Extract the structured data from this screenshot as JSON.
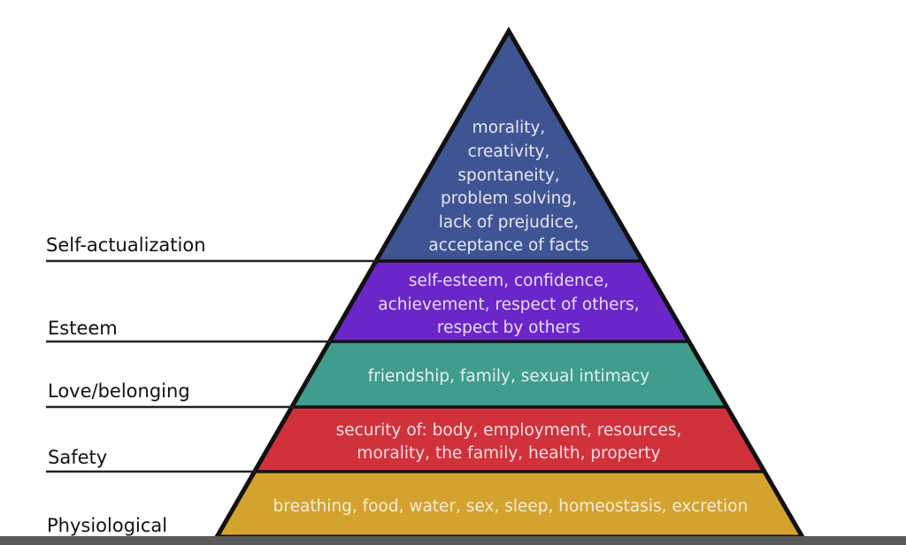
{
  "title": "Maslow's hierarchy of needs",
  "levels": [
    {
      "name": "Self-actualization",
      "color": "#3f5493",
      "text_color": "#e6e8f2",
      "lines": [
        "morality,",
        "creativity,",
        "spontaneity,",
        "problem solving,",
        "lack of prejudice,",
        "acceptance of facts"
      ]
    },
    {
      "name": "Esteem",
      "color": "#6a26c8",
      "text_color": "#eadcf8",
      "lines": [
        "self-esteem, confidence,",
        "achievement, respect of others,",
        "respect by others"
      ]
    },
    {
      "name": "Love/belonging",
      "color": "#409c8c",
      "text_color": "#e3f2ef",
      "lines": [
        "friendship, family, sexual intimacy"
      ]
    },
    {
      "name": "Safety",
      "color": "#d1313b",
      "text_color": "#f7dfe2",
      "lines": [
        "security of: body, employment, resources,",
        "morality, the family, health, property"
      ]
    },
    {
      "name": "Physiological",
      "color": "#d4a22e",
      "text_color": "#f7eed6",
      "lines": [
        "breathing, food, water, sex, sleep, homeostasis, excretion"
      ]
    }
  ]
}
